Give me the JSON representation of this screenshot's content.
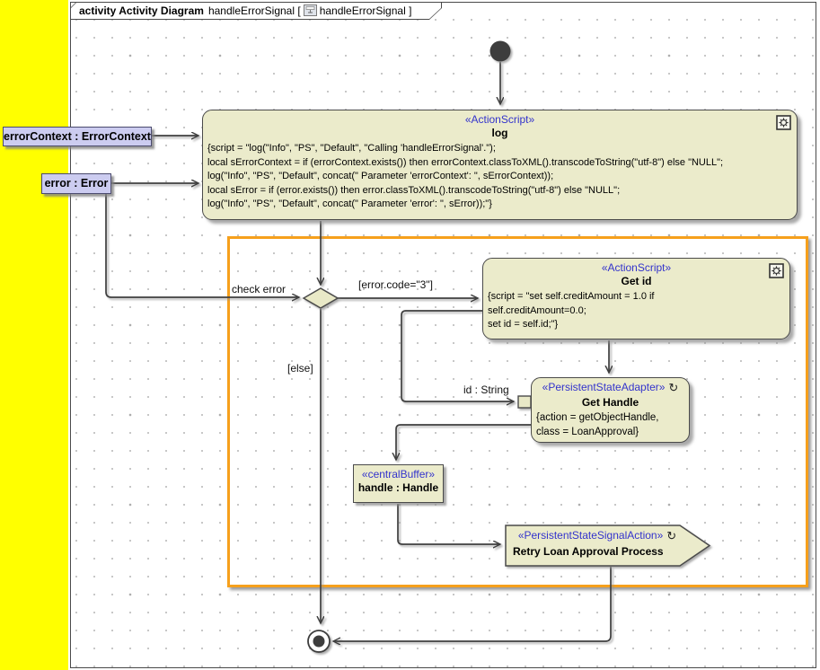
{
  "frame_title": {
    "kind_label": "activity Activity Diagram",
    "name_part": "handleErrorSignal [",
    "ref_part": "handleErrorSignal ]"
  },
  "colors": {
    "sidebar_yellow": "#ffff00",
    "node_fill": "#ebebcb",
    "stereotype_blue": "#3333cc",
    "param_fill": "#ccccf0",
    "group_orange": "#f6a01c",
    "edge_gray": "#3f3f3f"
  },
  "nodes": {
    "log": {
      "stereotype": "«ActionScript»",
      "name": "log",
      "script_lines": [
        "{script = \"log(\"Info\", \"PS\", \"Default\", \"Calling 'handleErrorSignal'.\");",
        "local sErrorContext = if (errorContext.exists()) then errorContext.classToXML().transcodeToString(\"utf-8\") else \"NULL\";",
        "log(\"Info\", \"PS\", \"Default\", concat(\" Parameter 'errorContext': \", sErrorContext));",
        "local sError = if (error.exists()) then error.classToXML().transcodeToString(\"utf-8\") else \"NULL\";",
        "log(\"Info\", \"PS\", \"Default\", concat(\" Parameter 'error': \", sError));\"}"
      ]
    },
    "get_id": {
      "stereotype": "«ActionScript»",
      "name": "Get id",
      "script_lines": [
        "{script = \"set self.creditAmount = 1.0 if",
        "self.creditAmount=0.0;",
        "set id = self.id;\"}"
      ]
    },
    "get_handle": {
      "stereotype": "«PersistentStateAdapter»",
      "name": "Get Handle",
      "body_lines": [
        "{action = getObjectHandle,",
        "class = LoanApproval}"
      ]
    },
    "central_buffer": {
      "stereotype": "«centralBuffer»",
      "name": "handle : Handle"
    },
    "signal_action": {
      "stereotype": "«PersistentStateSignalAction»",
      "name": "Retry Loan Approval Process"
    }
  },
  "parameters": {
    "error_context": "errorContext : ErrorContext",
    "error": "error : Error"
  },
  "edge_labels": {
    "check_error": "check error",
    "guard_code": "[error.code=\"3\"]",
    "guard_else": "[else]",
    "id_string": "id : String"
  }
}
